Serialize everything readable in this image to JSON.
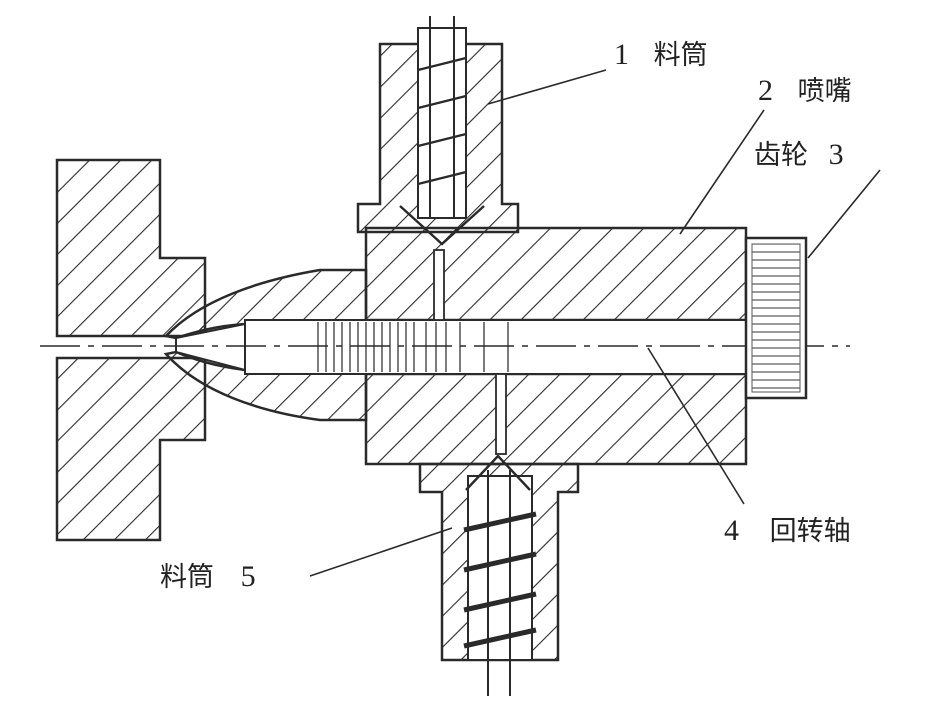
{
  "labels": {
    "hopper_top": {
      "number": "1",
      "text": "料筒"
    },
    "nozzle": {
      "number": "2",
      "text": "喷嘴"
    },
    "gear": {
      "number": "3",
      "text": "齿轮"
    },
    "rotating_shaft": {
      "number": "4",
      "text": "回转轴"
    },
    "hopper_bottom": {
      "number": "5",
      "text": "料筒"
    }
  },
  "colors": {
    "line": "#2a2a2a",
    "background": "#ffffff"
  }
}
